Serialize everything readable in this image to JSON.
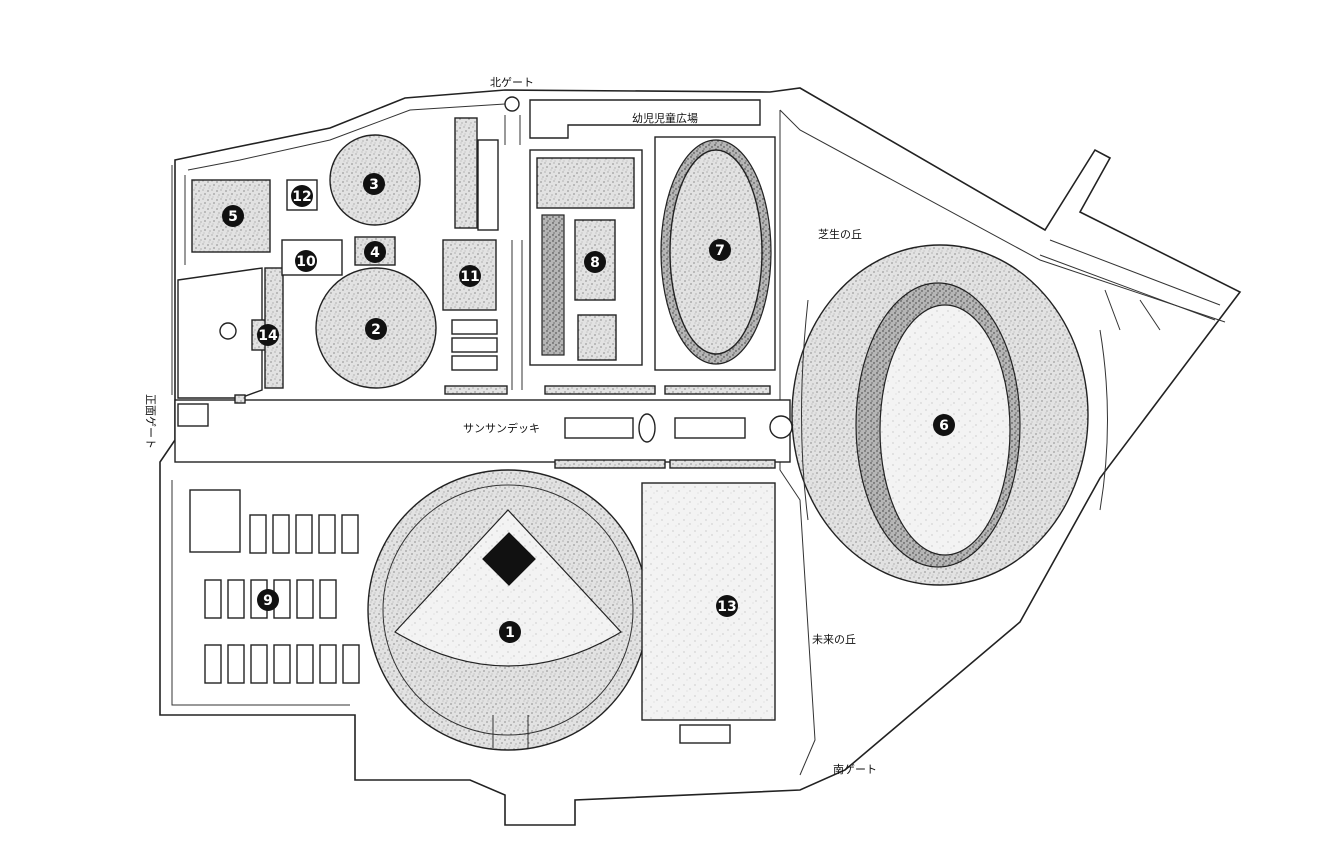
{
  "labels": {
    "north_gate": "北ゲート",
    "children_plaza": "幼児児童広場",
    "lawn_hill": "芝生の丘",
    "sunsun_deck": "サンサンデッキ",
    "main_gate": "正面ゲート",
    "future_hill": "未来の丘",
    "south_gate": "南ゲート"
  },
  "markers": [
    "1",
    "2",
    "3",
    "4",
    "5",
    "6",
    "7",
    "8",
    "9",
    "10",
    "11",
    "12",
    "13",
    "14"
  ],
  "colors": {
    "line": "#222222",
    "marker": "#111111",
    "stipple": "#9a9a9a"
  }
}
